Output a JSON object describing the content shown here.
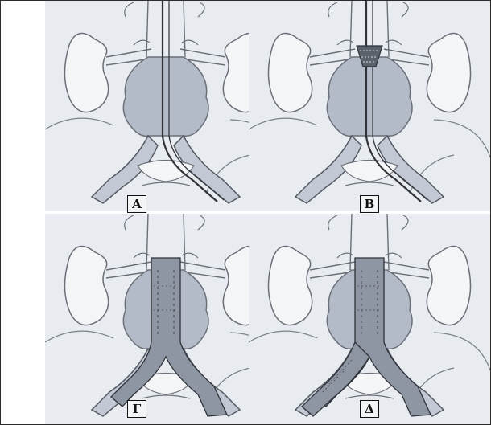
{
  "panels": [
    {
      "id": "A",
      "label": "A",
      "stage": "catheter-only"
    },
    {
      "id": "B",
      "label": "B",
      "stage": "main-body-deploying"
    },
    {
      "id": "G",
      "label": "Γ",
      "stage": "main-body-deployed-one-limb"
    },
    {
      "id": "D",
      "label": "Δ",
      "stage": "complete-bifurcated-graft"
    }
  ],
  "colors": {
    "background": "#e8ebf0",
    "organ_fill": "#f4f5f7",
    "outline": "#6b6f78",
    "aneurysm": "#b3bbc8",
    "vessel": "#c2c9d4",
    "stent_graft": "#8e96a3",
    "catheter": "#2f3238"
  }
}
